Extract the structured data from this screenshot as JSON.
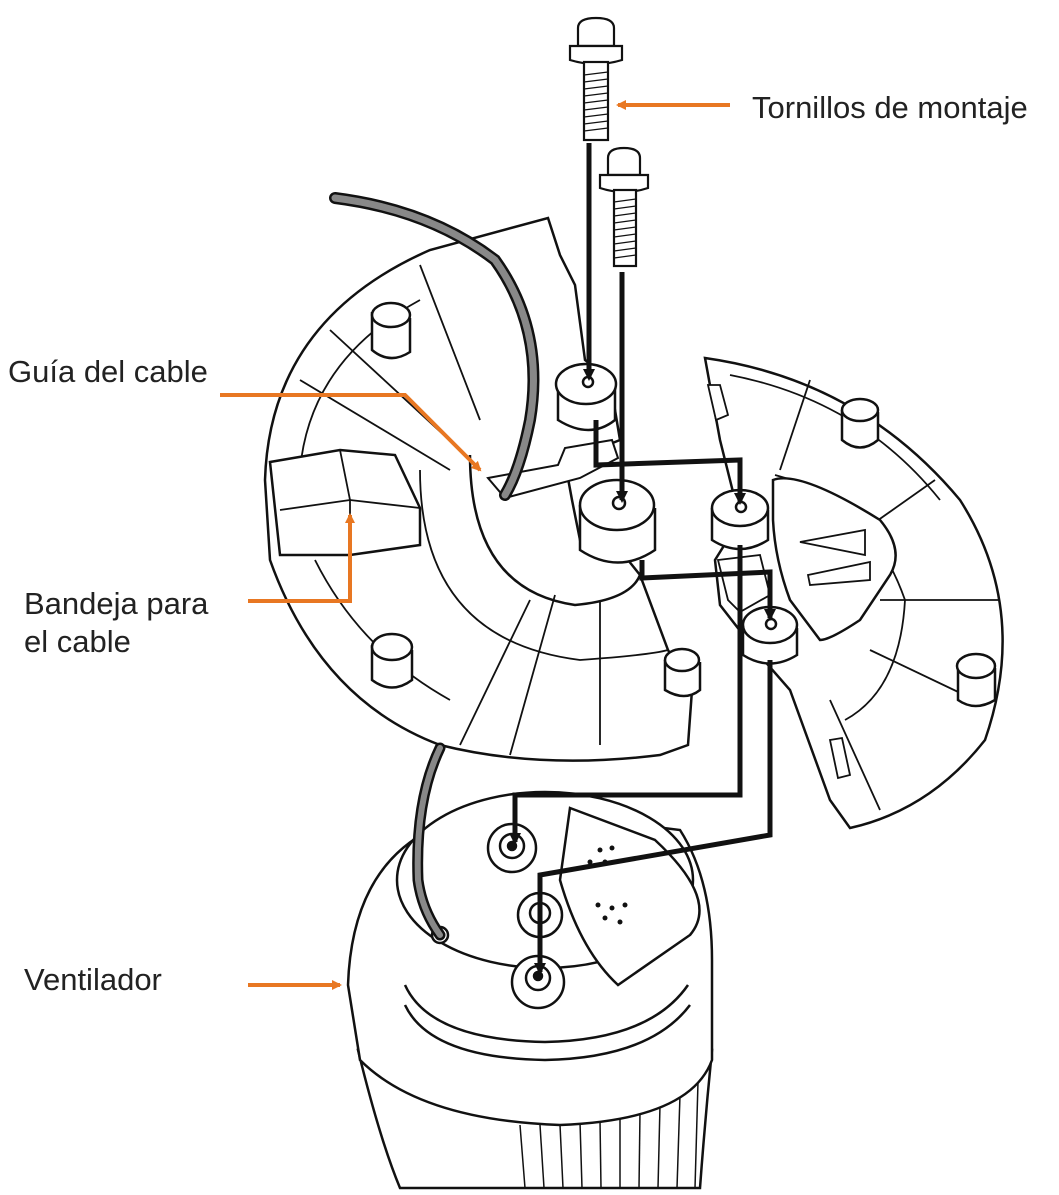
{
  "labels": {
    "mounting_screws": "Tornillos de montaje",
    "cable_guide": "Guía del cable",
    "cable_tray_line1": "Bandeja para",
    "cable_tray_line2": "el cable",
    "fan": "Ventilador"
  },
  "colors": {
    "callout_arrow": "#E87722",
    "line_art": "#111111",
    "cable": "#555555",
    "label_text": "#222222"
  }
}
